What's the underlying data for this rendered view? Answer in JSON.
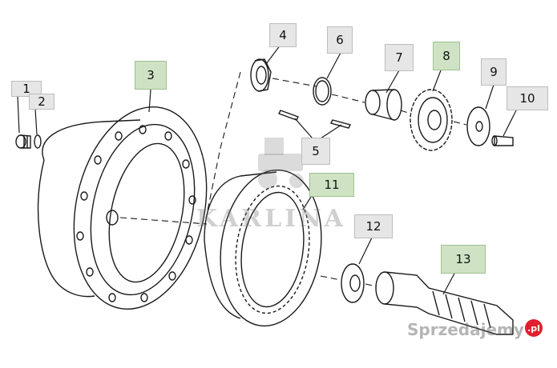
{
  "callouts": {
    "c1": "1",
    "c2": "2",
    "c3": "3",
    "c4": "4",
    "c5": "5",
    "c6": "6",
    "c7": "7",
    "c8": "8",
    "c9": "9",
    "c10": "10",
    "c11": "11",
    "c12": "12",
    "c13": "13"
  },
  "watermark": {
    "brand_text": "KARLINA",
    "site_text": "Sprzedajemy",
    "site_badge": ".pl"
  },
  "colors": {
    "line": "#1a1a1a",
    "callout_gray": "#e6e6e6",
    "callout_green": "#cfe3c4",
    "badge_red": "#e0202e"
  }
}
